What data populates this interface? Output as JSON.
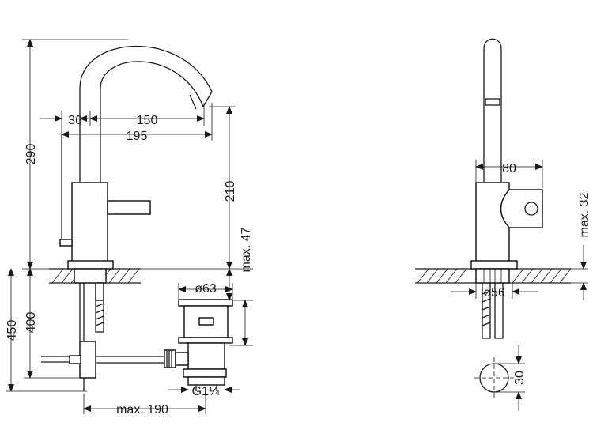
{
  "dimensions": {
    "d36": "36",
    "d150": "150",
    "d195": "195",
    "d290": "290",
    "d210": "210",
    "max47": "max. 47",
    "d450": "450",
    "d400": "400",
    "dia63": "ø63",
    "g114": "G1¼",
    "max190": "max. 190",
    "d80": "80",
    "max32": "max. 32",
    "dia56": "ø56",
    "d30": "30"
  }
}
